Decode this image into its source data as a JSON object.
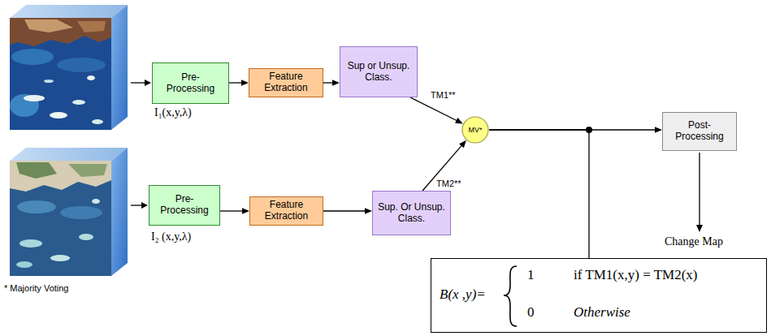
{
  "diagram": {
    "nodes": [
      {
        "text": [
          "Pre- Processing"
        ]
      },
      {
        "text": [
          "Feature Extraction"
        ]
      },
      {
        "text": [
          "Sup or Unsup. Class."
        ]
      },
      {
        "text": [
          "MV*"
        ]
      },
      {
        "text": [
          "Post- Processing"
        ]
      },
      {
        "text": [
          "Pre- Processing"
        ]
      },
      {
        "text": [
          "Feature Extraction"
        ]
      },
      {
        "text": [
          "Sup. Or Unsup. Class."
        ]
      },
      {
        "text": [
          "B(x ,y)=",
          "1",
          "if TM1(x,y) = TM2(x)",
          "0",
          "Otherwise"
        ]
      }
    ],
    "edges": [
      {
        "from": 0,
        "to": 1,
        "arrow": "to"
      },
      {
        "from": 1,
        "to": 2,
        "arrow": "to"
      },
      {
        "from": 2,
        "to": 3,
        "label": "TM1**",
        "arrow": "to"
      },
      {
        "from": 5,
        "to": 6,
        "arrow": "to"
      },
      {
        "from": 6,
        "to": 7,
        "arrow": "to"
      },
      {
        "from": 7,
        "to": 3,
        "label": "TM2**",
        "arrow": "to"
      },
      {
        "from": 3,
        "to": 4,
        "arrow": "to"
      },
      {
        "from": 3,
        "to": 8,
        "arrow": "none"
      }
    ],
    "labels": [
      "I₁(x,y,λ)",
      "I₂ (x,y,λ)",
      "Change Map",
      "* Majority Voting"
    ]
  }
}
